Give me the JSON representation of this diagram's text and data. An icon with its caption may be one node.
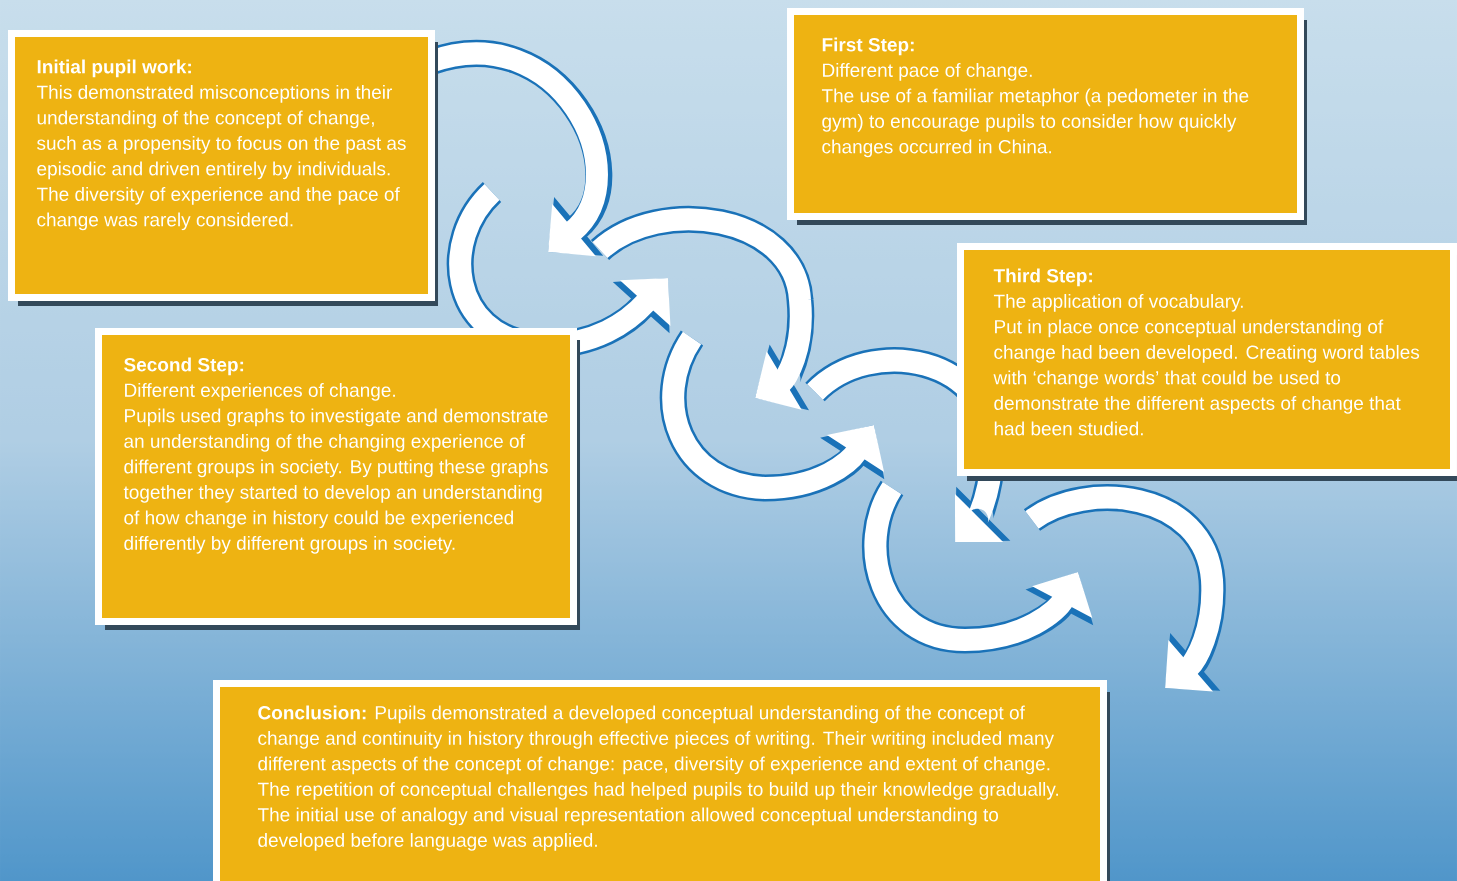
{
  "diagram": {
    "nodes": [
      {
        "text": [
          "Initial pupil work:",
          "This demonstrated misconceptions in their understanding of the concept of change, such as a propensity to focus on the past as episodic and driven entirely by individuals. The diversity of experience and the pace of change was rarely considered."
        ]
      },
      {
        "text": [
          "First Step:",
          "Different pace of change.",
          "The use of a familiar metaphor (a pedometer in the gym) to encourage pupils to consider how quickly changes occurred in China."
        ]
      },
      {
        "text": [
          "Second Step:",
          "Different experiences of change.",
          "Pupils used graphs to investigate and demonstrate an understanding of the changing experience of different groups in society.  By putting these graphs together they started to develop an understanding of how change in history could be experienced differently by different groups in society."
        ]
      },
      {
        "text": [
          "Third Step:",
          "The application of vocabulary.",
          "Put in place once conceptual understanding of change had been developed.  Creating word tables with ‘change words’ that could be used to demonstrate the different aspects of change that had been studied."
        ]
      },
      {
        "text": [
          "**Conclusion:**  Pupils demonstrated a developed conceptual understanding of the concept of change and continuity in history through effective pieces of writing.  Their writing included many different aspects of the concept of change: pace, diversity of experience and extent of change.  The repetition of conceptual challenges had helped pupils to build up their knowledge gradually.  The initial use of analogy and visual representation allowed conceptual understanding to developed before language was applied."
        ]
      }
    ]
  }
}
